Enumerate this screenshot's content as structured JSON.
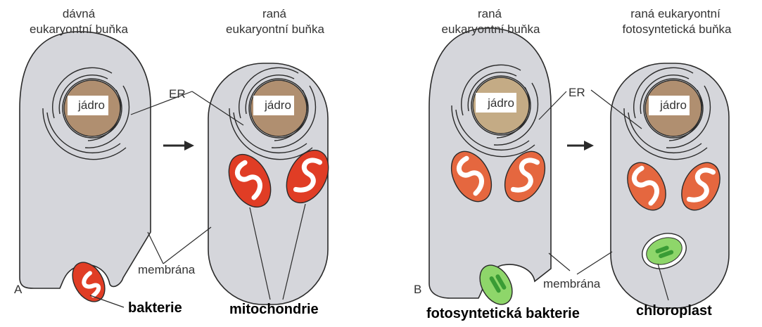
{
  "panel_a": {
    "letter": "A",
    "cell1_title_1": "dávná",
    "cell1_title_2": "eukaryontní buňka",
    "cell2_title_1": "raná",
    "cell2_title_2": "eukaryontní buňka",
    "nucleus_1": "jádro",
    "nucleus_2": "jádro",
    "er": "ER",
    "membrane": "membrána",
    "bacterium": "bakterie",
    "mitochondria": "mitochondrie"
  },
  "panel_b": {
    "letter": "B",
    "cell1_title_1": "raná",
    "cell1_title_2": "eukaryontní buňka",
    "cell2_title_1": "raná eukaryontní",
    "cell2_title_2": "fotosyntetická buňka",
    "nucleus_1": "jádro",
    "nucleus_2": "jádro",
    "er": "ER",
    "membrane": "membrána",
    "bacterium": "fotosyntetická bakterie",
    "chloroplast": "chloroplast"
  },
  "colors": {
    "cell_fill": "#d5d6db",
    "outline": "#2a2a2a",
    "nucleus": "#b08f70",
    "nucleus_b": "#c4ab85",
    "mitochondrion": "#e03d25",
    "mitochondrion_b": "#e5673f",
    "chloroplast": "#8ed66a",
    "thylakoid": "#3a9c35"
  }
}
